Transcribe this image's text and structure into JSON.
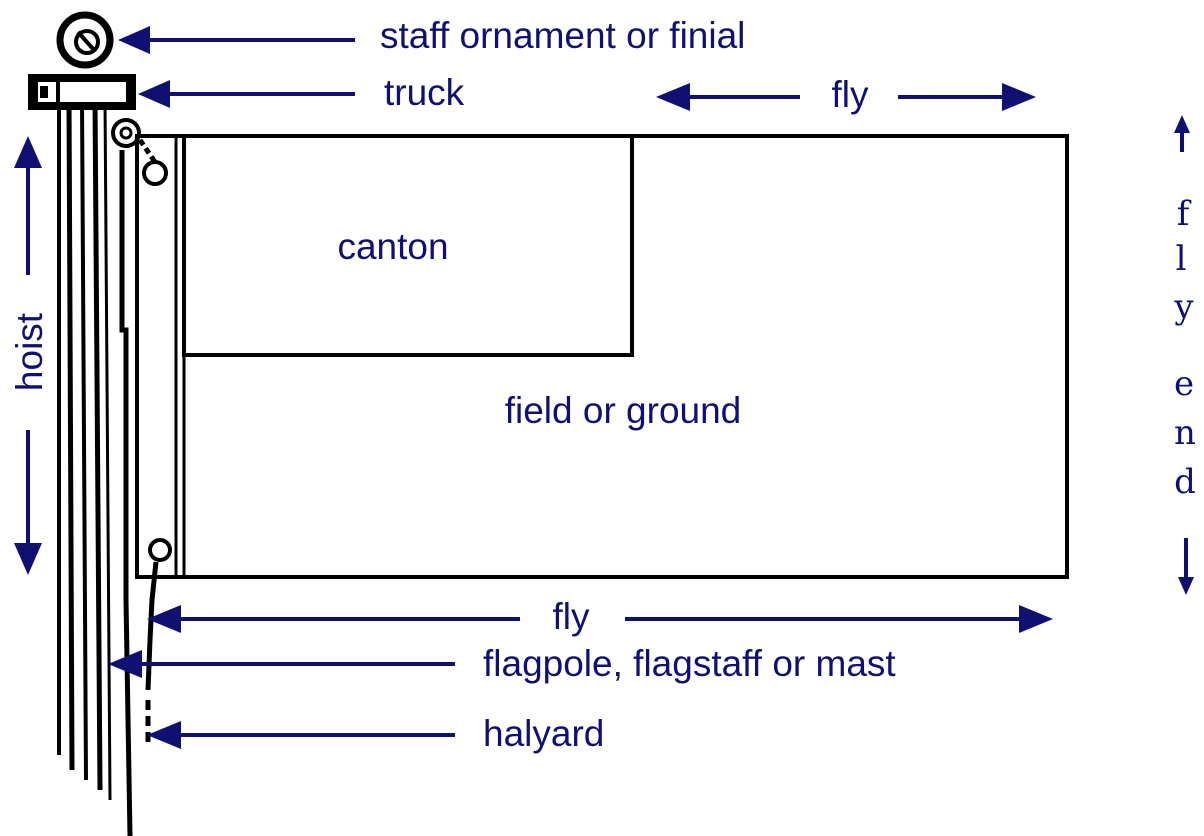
{
  "labels": {
    "finial": "staff ornament or finial",
    "truck": "truck",
    "fly_top": "fly",
    "canton": "canton",
    "field": "field or ground",
    "hoist": "hoist",
    "fly_bottom": "fly",
    "flagpole": "flagpole, flagstaff or mast",
    "halyard": "halyard",
    "fly_end": [
      "f",
      "l",
      "y",
      "e",
      "n",
      "d"
    ]
  },
  "colors": {
    "label": "#0f1072",
    "outline": "#000000",
    "background": "#ffffff"
  }
}
